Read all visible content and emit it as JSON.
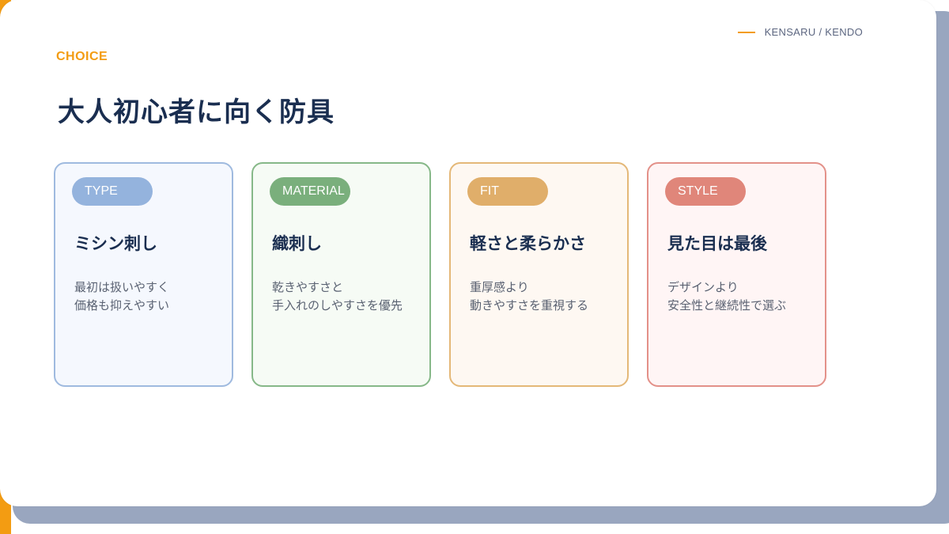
{
  "brand": {
    "text": "KENSARU / KENDO"
  },
  "eyebrow": "CHOICE",
  "title": "大人初心者に向く防具",
  "colors": {
    "accent": "#f39c12",
    "title": "#1a2e50"
  },
  "cards": [
    {
      "tag": "TYPE",
      "title": "ミシン刺し",
      "desc": [
        "最初は扱いやすく",
        "価格も抑えやすい"
      ],
      "accent": "#94b3dd",
      "border": "#9fbadf",
      "bg": "#f5f8fe"
    },
    {
      "tag": "MATERIAL",
      "title": "織刺し",
      "desc": [
        "乾きやすさと",
        "手入れのしやすさを優先"
      ],
      "accent": "#7aaf7c",
      "border": "#86b888",
      "bg": "#f6fbf5"
    },
    {
      "tag": "FIT",
      "title": "軽さと柔らかさ",
      "desc": [
        "重厚感より",
        "動きやすさを重視する"
      ],
      "accent": "#e0ae6a",
      "border": "#e4b878",
      "bg": "#fef8f2"
    },
    {
      "tag": "STYLE",
      "title": "見た目は最後",
      "desc": [
        "デザインより",
        "安全性と継続性で選ぶ"
      ],
      "accent": "#e0867a",
      "border": "#e39189",
      "bg": "#fff5f5"
    }
  ]
}
